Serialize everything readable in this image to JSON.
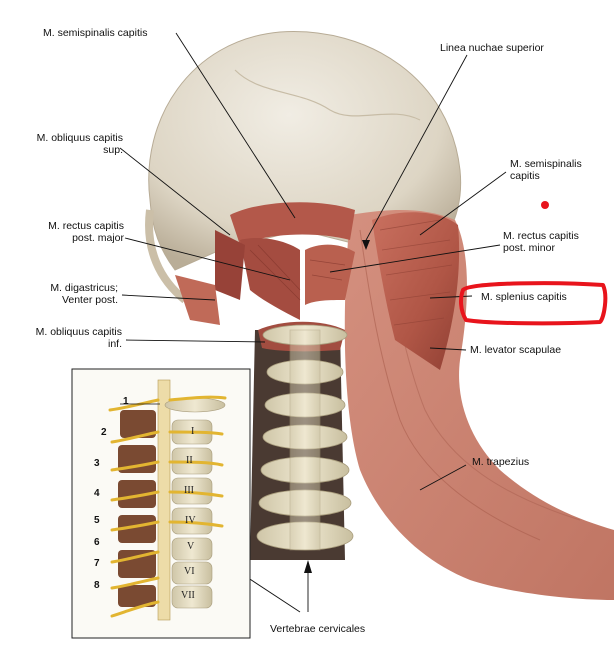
{
  "labels": {
    "semispinalis_left": "M. semispinalis capitis",
    "obliquus_sup_1": "M. obliquus capitis",
    "obliquus_sup_2": "sup.",
    "rectus_major_1": "M. rectus capitis",
    "rectus_major_2": "post. major",
    "digastricus_1": "M. digastricus;",
    "digastricus_2": "Venter post.",
    "obliquus_inf_1": "M. obliquus capitis",
    "obliquus_inf_2": "inf.",
    "linea_nuchae": "Linea nuchae superior",
    "semispinalis_right_1": "M. semispinalis",
    "semispinalis_right_2": "capitis",
    "rectus_minor_1": "M. rectus capitis",
    "rectus_minor_2": "post. minor",
    "splenius": "M. splenius capitis",
    "levator": "M. levator scapulae",
    "trapezius": "M. trapezius",
    "vertebrae": "Vertebrae cervicales"
  },
  "inset": {
    "nerve_numbers": [
      "1",
      "2",
      "3",
      "4",
      "5",
      "6",
      "7",
      "8"
    ],
    "vertebra_numerals": [
      "I",
      "II",
      "III",
      "IV",
      "V",
      "VI",
      "VII"
    ]
  },
  "colors": {
    "highlight": "#e8141c",
    "muscle": "#b5584a",
    "bone": "#e9e2c9",
    "nerve": "#e2b531"
  }
}
